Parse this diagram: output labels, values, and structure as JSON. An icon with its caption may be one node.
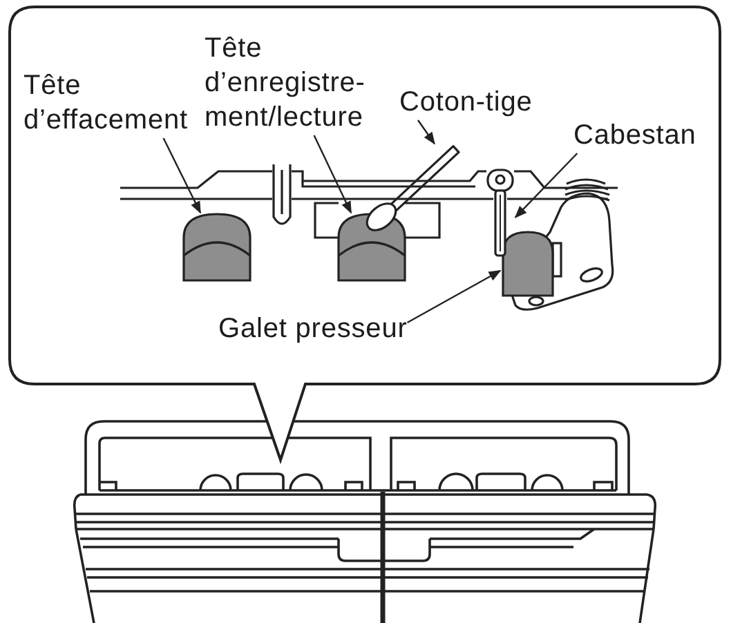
{
  "diagram": {
    "nodes": [
      {
        "text": [],
        "shape": "callout"
      },
      {
        "text": [
          "Tête d’effacement"
        ],
        "in": 0
      },
      {
        "text": [
          "Tête d’enregistre- ment/lecture"
        ],
        "in": 0
      },
      {
        "text": [
          "Coton-tige"
        ],
        "in": 0
      },
      {
        "text": [
          "Cabestan"
        ],
        "in": 0
      },
      {
        "text": [],
        "shape": "picture",
        "in": 0
      },
      {
        "text": [],
        "shape": "picture",
        "in": 0
      },
      {
        "text": [],
        "shape": "picture",
        "in": 0
      },
      {
        "text": [],
        "shape": "picture",
        "in": 0
      },
      {
        "text": [],
        "shape": "picture",
        "in": 0
      },
      {
        "text": [
          "Galet presseur"
        ],
        "in": 0
      }
    ],
    "edges": [
      {
        "from": 1,
        "to": 5,
        "arrow": "to"
      },
      {
        "from": 2,
        "to": 6,
        "arrow": "to"
      },
      {
        "from": 3,
        "to": 7,
        "arrow": "to"
      },
      {
        "from": 4,
        "to": 8,
        "arrow": "to"
      },
      {
        "from": 10,
        "to": 9,
        "arrow": "to"
      }
    ]
  }
}
